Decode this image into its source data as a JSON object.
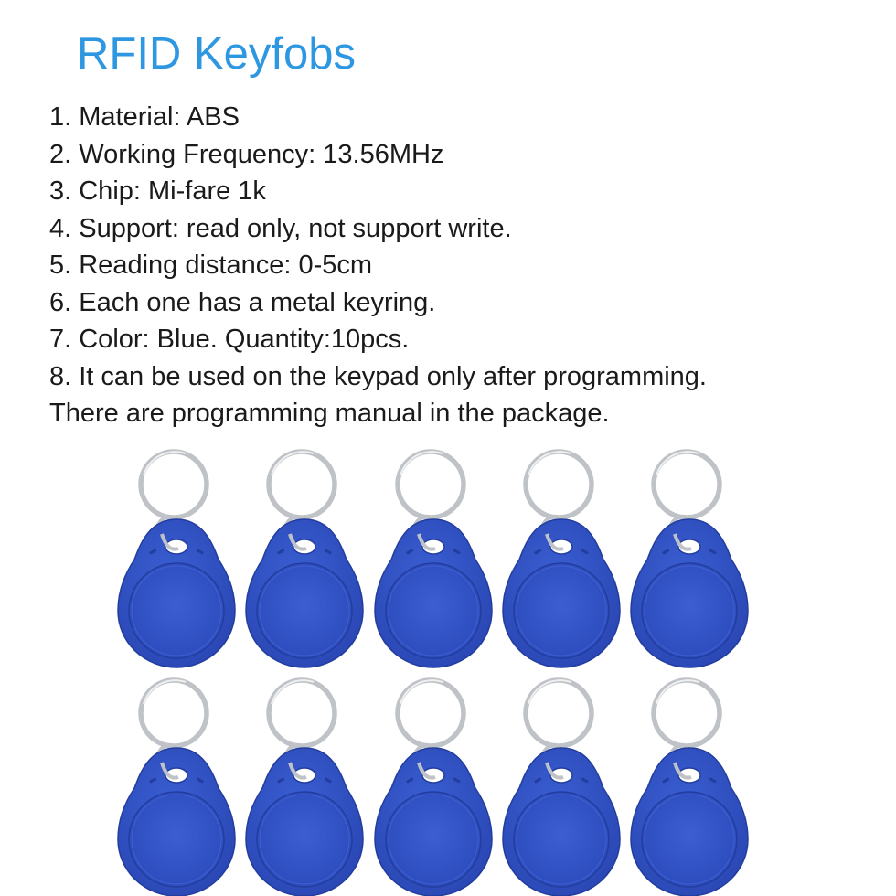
{
  "title": "RFID Keyfobs",
  "specs": [
    "1. Material: ABS",
    "2. Working Frequency: 13.56MHz",
    "3. Chip: Mi-fare 1k",
    "4. Support: read only, not support write.",
    "5. Reading distance: 0-5cm",
    "6. Each one has a metal keyring.",
    "7. Color: Blue. Quantity:10pcs.",
    "8. It can be used on the keypad only after programming.",
    "There are programming manual in the package."
  ],
  "colors": {
    "title": "#2e97e2",
    "text": "#1a1a1a",
    "fob_body": "#2f4fc2",
    "fob_edge": "#233d9e",
    "fob_face": "#3557c8",
    "ring": "#bfc2c7",
    "ring_highlight": "#eef0f2"
  },
  "keyfobs": {
    "rows": 2,
    "columns": 5,
    "icon": "rfid-keyfob-icon"
  }
}
